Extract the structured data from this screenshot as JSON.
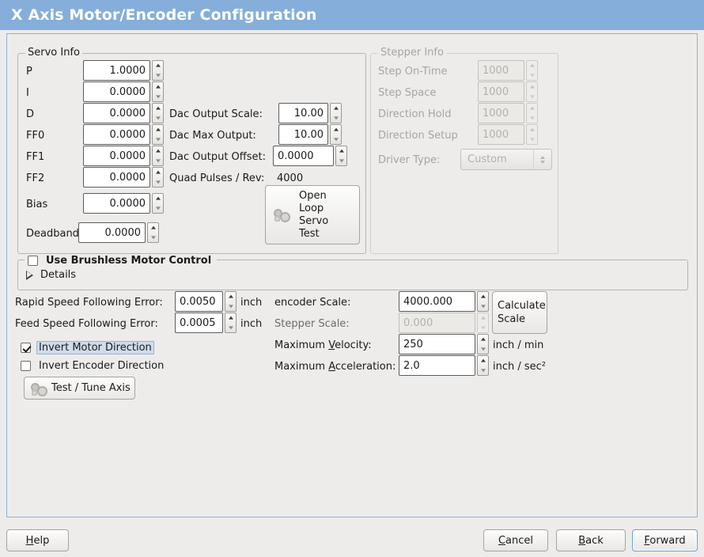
{
  "window": {
    "title": "X Axis Motor/Encoder Configuration"
  },
  "servo_group": {
    "title": "Servo Info",
    "fields": [
      {
        "label": "P",
        "value": "1.0000"
      },
      {
        "label": "I",
        "value": "0.0000"
      },
      {
        "label": "D",
        "value": "0.0000"
      },
      {
        "label": "FF0",
        "value": "0.0000"
      },
      {
        "label": "FF1",
        "value": "0.0000"
      },
      {
        "label": "FF2",
        "value": "0.0000"
      },
      {
        "label": "Bias",
        "value": "0.0000"
      },
      {
        "label": "Deadband",
        "value": "0.0000"
      }
    ],
    "dac": [
      {
        "label": "Dac Output Scale:",
        "value": "10.00"
      },
      {
        "label": "Dac Max Output:",
        "value": "10.00"
      },
      {
        "label": "Dac Output Offset:",
        "value": "0.0000"
      }
    ],
    "quad_pulses_label": "Quad Pulses / Rev:",
    "quad_pulses_value": "4000",
    "open_loop_button": "Open\nLoop\nServo\nTest"
  },
  "stepper_group": {
    "title": "Stepper Info",
    "fields": [
      {
        "label": "Step On-Time",
        "value": "1000"
      },
      {
        "label": "Step Space",
        "value": "1000"
      },
      {
        "label": "Direction Hold",
        "value": "1000"
      },
      {
        "label": "Direction Setup",
        "value": "1000"
      }
    ],
    "driver_type_label": "Driver Type:",
    "driver_type_value": "Custom"
  },
  "brushless_group": {
    "checkbox_label": "Use Brushless Motor Control",
    "checked": false,
    "details_label": "Details",
    "expanded": false
  },
  "tuning": {
    "rapid_error_label": "Rapid Speed Following Error:",
    "rapid_error_value": "0.0050",
    "rapid_error_unit": "inch",
    "feed_error_label": "Feed Speed Following Error:",
    "feed_error_value": "0.0005",
    "feed_error_unit": "inch",
    "invert_motor_label": "Invert Motor Direction",
    "invert_motor_checked": true,
    "invert_encoder_label": "Invert Encoder Direction",
    "invert_encoder_checked": false,
    "test_tune_button": "Test / Tune Axis"
  },
  "scales": {
    "encoder_scale_label": "encoder Scale:",
    "encoder_scale_value": "4000.000",
    "stepper_scale_label": "Stepper Scale:",
    "stepper_scale_value": "0.000",
    "max_velocity_label_pre": "Maximum ",
    "max_velocity_label_key": "V",
    "max_velocity_label_post": "elocity:",
    "max_velocity_value": "250",
    "max_velocity_unit": "inch / min",
    "max_accel_label_pre": "Maximum ",
    "max_accel_label_key": "A",
    "max_accel_label_post": "cceleration:",
    "max_accel_value": "2.0",
    "max_accel_unit": "inch / sec²",
    "calculate_button_line1": "Calculate",
    "calculate_button_line2": "Scale"
  },
  "footer": {
    "help_key": "H",
    "help_rest": "elp",
    "cancel_key": "C",
    "cancel_rest": "ancel",
    "back_key": "B",
    "back_rest": "ack",
    "forward_key": "F",
    "forward_rest": "orward"
  },
  "colors": {
    "titlebar": "#85aedb",
    "window_bg": "#edecea",
    "frame_border": "#8cafd6",
    "focus_highlight": "#cfdcec"
  }
}
